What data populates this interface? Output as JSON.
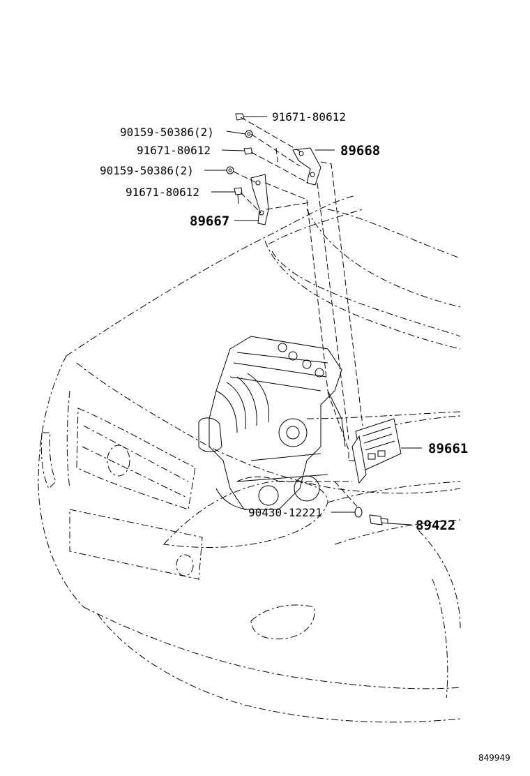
{
  "labels": {
    "p1": "91671-80612",
    "p2": "90159-50386(2)",
    "p3": "91671-80612",
    "p4": "90159-50386(2)",
    "p5": "91671-80612",
    "p6": "89667",
    "p7": "89668",
    "p8": "89661",
    "p9": "90430-12221",
    "p10": "89422"
  },
  "ref_code": "849949"
}
